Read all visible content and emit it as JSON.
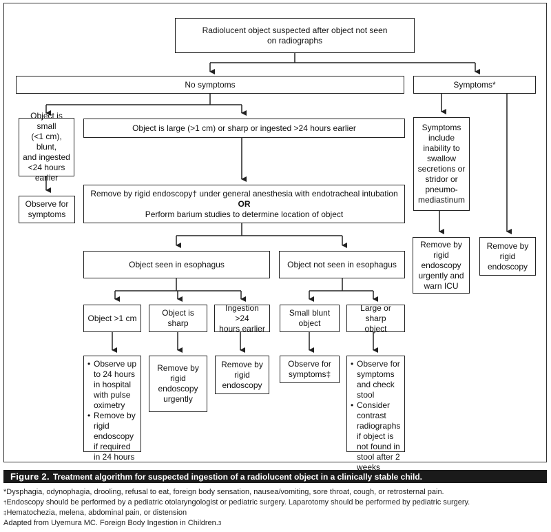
{
  "colors": {
    "border": "#222222",
    "caption_bg": "#1a1a1a",
    "caption_text": "#ffffff"
  },
  "nodes": {
    "root": {
      "lines": [
        "Radiolucent object suspected after object not seen",
        "on radiographs"
      ]
    },
    "no_symptoms": {
      "lines": [
        "No symptoms"
      ]
    },
    "symptoms": {
      "lines": [
        "Symptoms*"
      ]
    },
    "small_object": {
      "lines": [
        "Object is small",
        "(<1 cm), blunt,",
        "and ingested",
        "<24 hours",
        "earlier"
      ]
    },
    "large_object": {
      "lines": [
        "Object is large (>1 cm) or sharp or ingested >24 hours earlier"
      ]
    },
    "observe_symptoms": {
      "lines": [
        "Observe for",
        "symptoms"
      ]
    },
    "remove_or_barium": {
      "lines": [
        "Remove by rigid endoscopy† under general anesthesia with endotracheal intubation",
        "OR",
        "Perform barium studies to determine location of object"
      ]
    },
    "symptoms_include": {
      "lines": [
        "Symptoms",
        "include",
        "inability to",
        "swallow",
        "secretions or",
        "stridor or",
        "pneumo-",
        "mediastinum"
      ]
    },
    "remove_urgent_icu": {
      "lines": [
        "Remove by",
        "rigid",
        "endoscopy",
        "urgently and",
        "warn ICU"
      ]
    },
    "remove_rigid_right": {
      "lines": [
        "Remove by",
        "rigid",
        "endoscopy"
      ]
    },
    "seen_esophagus": {
      "lines": [
        "Object seen in esophagus"
      ]
    },
    "not_seen_esophagus": {
      "lines": [
        "Object not seen in esophagus"
      ]
    },
    "obj_gt1": {
      "lines": [
        "Object >1 cm"
      ]
    },
    "obj_sharp": {
      "lines": [
        "Object is sharp"
      ]
    },
    "ingestion_24": {
      "lines": [
        "Ingestion >24",
        "hours earlier"
      ]
    },
    "small_blunt": {
      "lines": [
        "Small blunt",
        "object"
      ]
    },
    "large_sharp": {
      "lines": [
        "Large or sharp",
        "object"
      ]
    },
    "observe_24": {
      "bullets": [
        "Observe up to 24 hours in hospital with pulse oximetry",
        "Remove by rigid endoscopy if required in 24 hours"
      ]
    },
    "remove_urgently": {
      "lines": [
        "Remove by",
        "rigid",
        "endoscopy",
        "urgently"
      ]
    },
    "remove_rigid_mid": {
      "lines": [
        "Remove by",
        "rigid",
        "endoscopy"
      ]
    },
    "observe_symptoms_dd": {
      "lines": [
        "Observe for",
        "symptoms‡"
      ]
    },
    "observe_stool": {
      "bullets": [
        "Observe for symptoms and check stool",
        "Consider contrast radiographs if object is not found in stool after 2 weeks"
      ]
    }
  },
  "caption": {
    "label": "Figure 2.",
    "text": "Treatment algorithm for suspected ingestion of a radiolucent object in a clinically stable child."
  },
  "footnotes": [
    {
      "mark": "",
      "text": "*Dysphagia, odynophagia, drooling, refusal to eat, foreign body sensation, nausea/vomiting, sore throat, cough, or retrosternal pain."
    },
    {
      "mark": "†",
      "text": "Endoscopy should be performed by a pediatric otolaryngologist or pediatric surgery. Laparotomy should be performed by pediatric surgery."
    },
    {
      "mark": "‡",
      "text": "Hematochezia, melena, abdominal pain, or distension"
    },
    {
      "mark": "",
      "text": "Adapted from Uyemura MC. Foreign Body Ingestion in Children.",
      "sup": "3"
    }
  ]
}
